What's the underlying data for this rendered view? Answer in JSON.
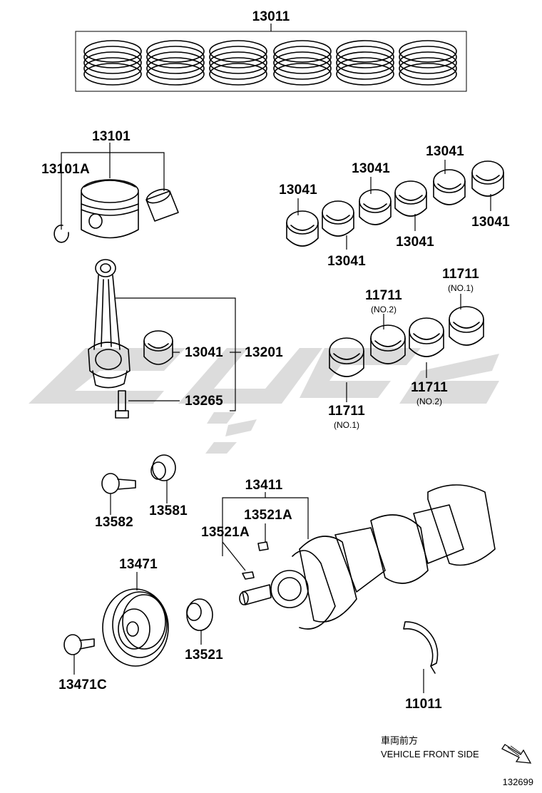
{
  "parts": {
    "p13011": "13011",
    "p13101": "13101",
    "p13101A": "13101A",
    "p13041_a": "13041",
    "p13041_b": "13041",
    "p13041_c": "13041",
    "p13041_d": "13041",
    "p13041_e": "13041",
    "p13041_f": "13041",
    "p13041_g": "13041",
    "p13201": "13201",
    "p13265": "13265",
    "p11711_a": "11711",
    "p11711_b": "11711",
    "p11711_c": "11711",
    "p11711_d": "11711",
    "p13582": "13582",
    "p13581": "13581",
    "p13411": "13411",
    "p13521A_a": "13521A",
    "p13521A_b": "13521A",
    "p13471": "13471",
    "p13521": "13521",
    "p13471C": "13471C",
    "p11011": "11011"
  },
  "sublabels": {
    "no1_a": "(NO.1)",
    "no2_a": "(NO.2)",
    "no2_b": "(NO.2)",
    "no1_b": "(NO.1)"
  },
  "footer": {
    "direction_jp": "車両前方",
    "direction_en": "VEHICLE FRONT SIDE",
    "illustration_no": "132699"
  },
  "colors": {
    "ink": "#000000",
    "watermark": "#dcdcdc",
    "background": "#ffffff"
  },
  "icons": {
    "arrow": "front-direction-arrow-icon"
  }
}
